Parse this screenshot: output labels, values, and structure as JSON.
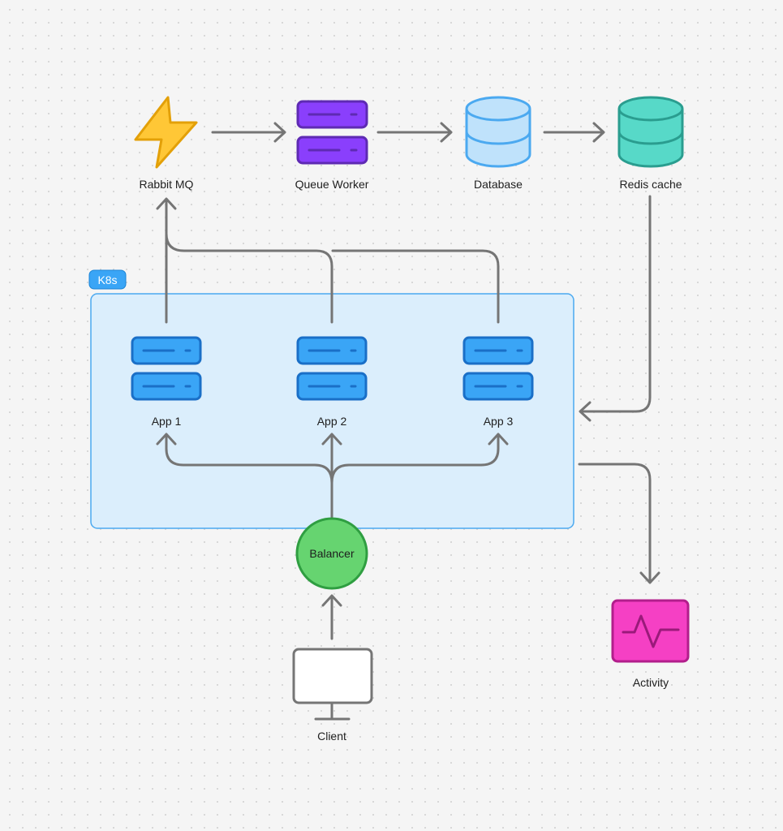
{
  "diagram": {
    "group": {
      "label": "K8s",
      "fill": "#dbeefc",
      "border": "#4ba9f0"
    },
    "nodes": {
      "rabbit": {
        "label": "Rabbit MQ",
        "icon": "lightning-icon",
        "color": "#ffc736"
      },
      "queue": {
        "label": "Queue Worker",
        "icon": "server-icon",
        "color": "#8a3ffc"
      },
      "database": {
        "label": "Database",
        "icon": "database-icon",
        "color": "#bfe2fb"
      },
      "redis": {
        "label": "Redis cache",
        "icon": "database-icon",
        "color": "#57d9c8"
      },
      "app1": {
        "label": "App 1",
        "icon": "server-icon",
        "color": "#3aa5f6"
      },
      "app2": {
        "label": "App 2",
        "icon": "server-icon",
        "color": "#3aa5f6"
      },
      "app3": {
        "label": "App 3",
        "icon": "server-icon",
        "color": "#3aa5f6"
      },
      "balancer": {
        "label": "Balancer",
        "icon": "circle",
        "color": "#66d470"
      },
      "client": {
        "label": "Client",
        "icon": "monitor-icon",
        "color": "#ffffff"
      },
      "activity": {
        "label": "Activity",
        "icon": "activity-icon",
        "color": "#f540c4"
      }
    },
    "edges": [
      {
        "from": "rabbit",
        "to": "queue"
      },
      {
        "from": "queue",
        "to": "database"
      },
      {
        "from": "database",
        "to": "redis"
      },
      {
        "from": "redis",
        "to": "K8s"
      },
      {
        "from": "app1",
        "to": "rabbit"
      },
      {
        "from": "app2",
        "to": "rabbit"
      },
      {
        "from": "app3",
        "to": "rabbit"
      },
      {
        "from": "balancer",
        "to": "app1"
      },
      {
        "from": "balancer",
        "to": "app2"
      },
      {
        "from": "balancer",
        "to": "app3"
      },
      {
        "from": "client",
        "to": "balancer"
      },
      {
        "from": "K8s",
        "to": "activity"
      }
    ]
  }
}
